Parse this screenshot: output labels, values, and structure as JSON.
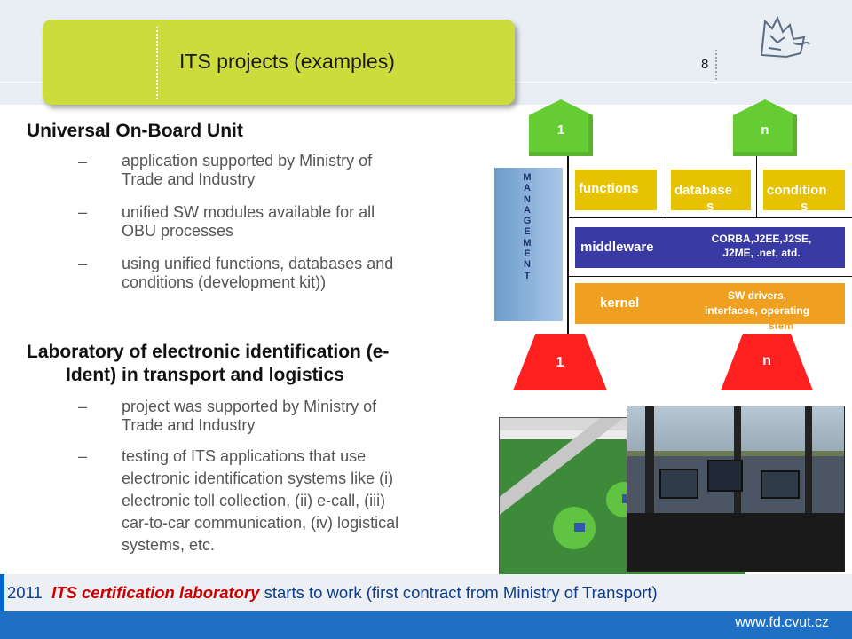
{
  "slide": {
    "title": "ITS projects (examples)",
    "page_number": "8"
  },
  "content": {
    "heading1": "Universal On-Board Unit",
    "heading1_items": [
      [
        "application supported by Ministry of",
        "Trade and Industry"
      ],
      [
        "unified SW modules available for all",
        "OBU processes"
      ],
      [
        "using unified functions, databases and",
        "conditions (development kit))"
      ]
    ],
    "heading2_line1": "Laboratory of electronic identification (e-",
    "heading2_line2": "Ident) in transport and logistics",
    "heading2_items": [
      [
        "project was supported by Ministry of",
        "Trade and Industry"
      ],
      [
        "testing of ITS applications that use",
        "electronic identification systems like (i)",
        "electronic toll collection, (ii) e-call, (iii)",
        "car-to-car communication, (iv) logistical",
        "systems, etc."
      ]
    ],
    "dash": "–"
  },
  "diagram": {
    "top_left_label": "1",
    "top_right_label": "n",
    "bottom_left_label": "1",
    "bottom_right_label": "n",
    "management_letters": [
      "M",
      "A",
      "N",
      "A",
      "G",
      "E",
      "M",
      "E",
      "N",
      "T"
    ],
    "functions": "functions",
    "databases_1": "database",
    "databases_2": "s",
    "conditions_1": "condition",
    "conditions_2": "s",
    "middleware": "middleware",
    "middleware_detail_1": "CORBA,J2EE,J2SE,",
    "middleware_detail_2": "J2ME, .net, atd.",
    "kernel": "kernel",
    "kernel_detail_1": "SW drivers,",
    "kernel_detail_2": "interfaces, operating",
    "kernel_detail_3": "stem"
  },
  "banner": {
    "year": "2011",
    "highlight": "ITS certification laboratory",
    "rest": "starts to work (first contract from Ministry of Transport)"
  },
  "footer": {
    "url": "www.fd.cvut.cz"
  },
  "colors": {
    "title_box": "#cbdc3c",
    "green_house": "#66cc33",
    "red_trap": "#ff2020",
    "middleware": "#3a3aa4",
    "kernel": "#f0a020",
    "yellow_module": "#e6c200",
    "footer_blue": "#1f6fc4"
  }
}
